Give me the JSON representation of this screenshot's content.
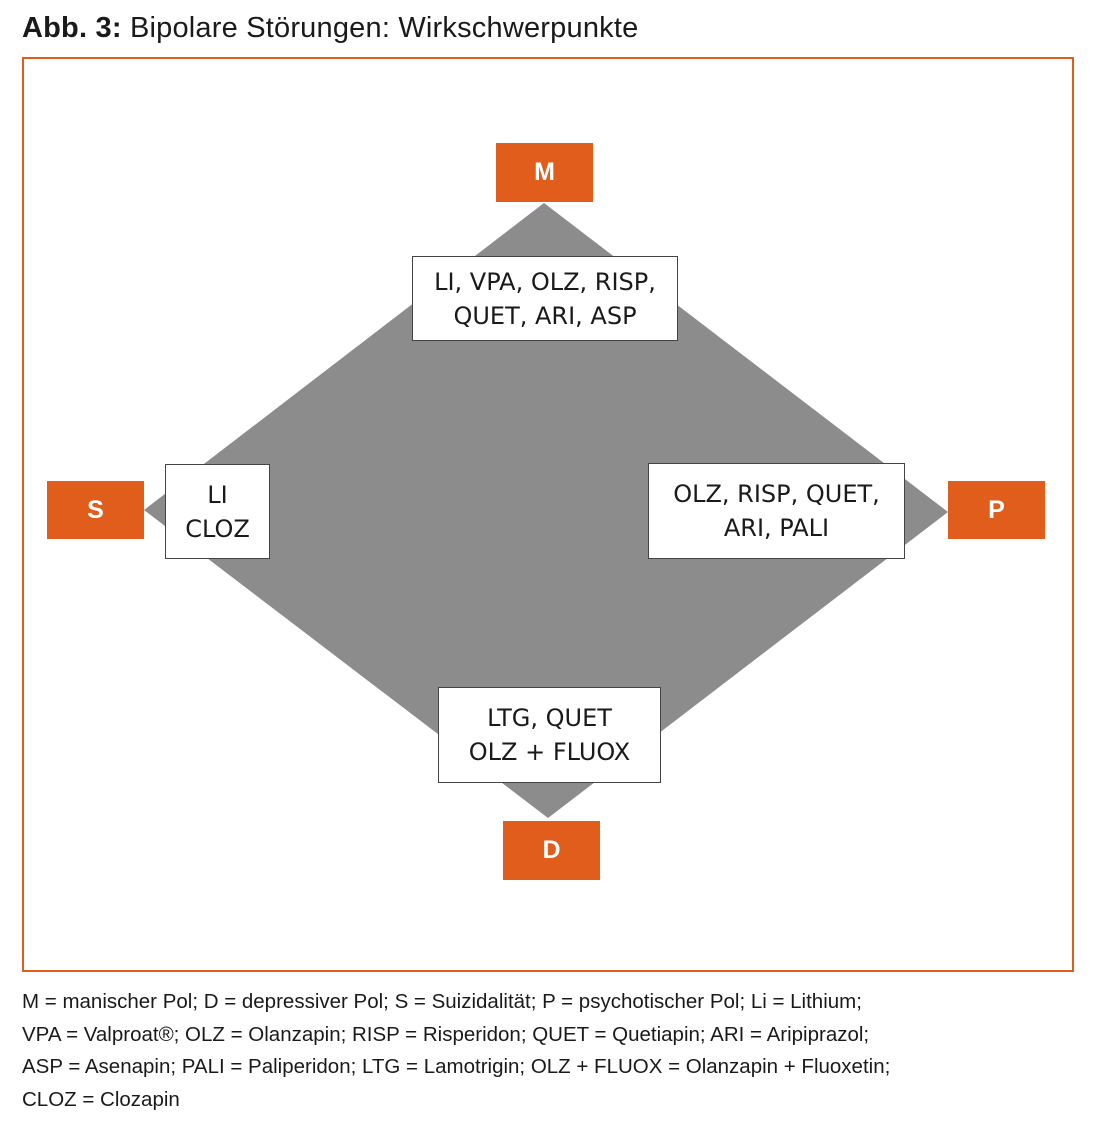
{
  "figure": {
    "label": "Abb. 3:",
    "title": "Bipolare Störungen: Wirkschwerpunkte"
  },
  "poles": {
    "top": "M",
    "bottom": "D",
    "left": "S",
    "right": "P"
  },
  "boxes": {
    "top": [
      "LI, VPA, OLZ, RISP,",
      "QUET, ARI, ASP"
    ],
    "left": [
      "LI",
      "CLOZ"
    ],
    "right": [
      "OLZ, RISP, QUET,",
      "ARI, PALI"
    ],
    "bottom": [
      "LTG, QUET",
      "OLZ + FLUOX"
    ]
  },
  "caption": [
    "M = manischer Pol; D = depressiver Pol; S = Suizidalität; P = psychotischer Pol; Li = Lithium;",
    "VPA = Valproat®; OLZ = Olanzapin; RISP = Risperidon; QUET = Quetiapin; ARI = Aripiprazol;",
    "ASP = Asenapin; PALI = Paliperidon; LTG = Lamotrigin; OLZ + FLUOX = Olanzapin + Fluoxetin;",
    "CLOZ = Clozapin"
  ],
  "colors": {
    "accent": "#e05d1c",
    "diamond": "#8c8c8c",
    "box_border": "#444444"
  }
}
